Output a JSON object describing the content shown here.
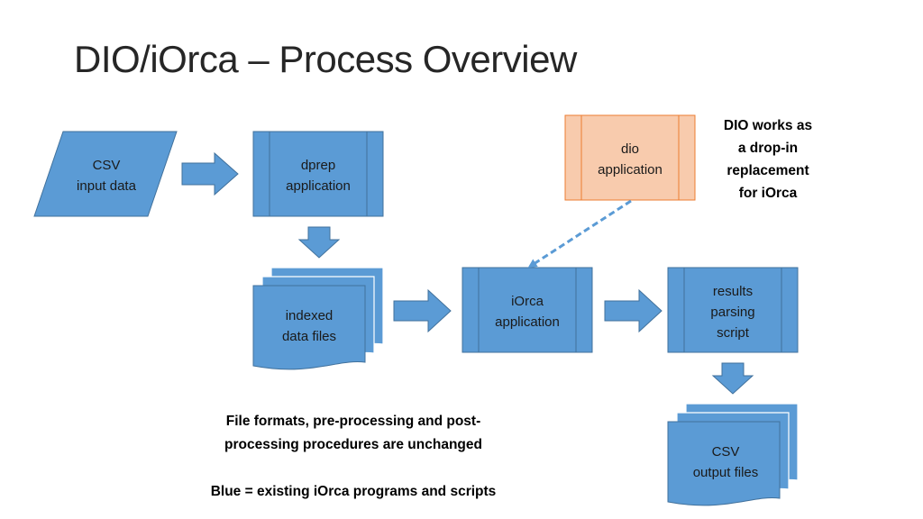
{
  "title": "DIO/iOrca – Process Overview",
  "colors": {
    "existing_fill": "#5b9bd5",
    "existing_stroke": "#41719c",
    "new_fill": "#f8cbad",
    "new_stroke": "#ed7d31",
    "dashed_arrow": "#5b9bd5"
  },
  "nodes": {
    "csv_input": {
      "line1": "CSV",
      "line2": "input data"
    },
    "dprep": {
      "line1": "dprep",
      "line2": "application"
    },
    "indexed": {
      "line1": "indexed",
      "line2": "data files"
    },
    "iorca": {
      "line1": "iOrca",
      "line2": "application"
    },
    "results": {
      "line1": "results",
      "line2": "parsing",
      "line3": "script"
    },
    "csv_output": {
      "line1": "CSV",
      "line2": "output files"
    },
    "dio": {
      "line1": "dio",
      "line2": "application"
    }
  },
  "notes": {
    "dio_note": [
      "DIO works as",
      "a drop-in",
      "replacement",
      "for iOrca"
    ],
    "formats_note": [
      "File formats, pre-processing and post-",
      "processing procedures are unchanged"
    ],
    "legend": "Blue = existing iOrca programs and scripts"
  }
}
